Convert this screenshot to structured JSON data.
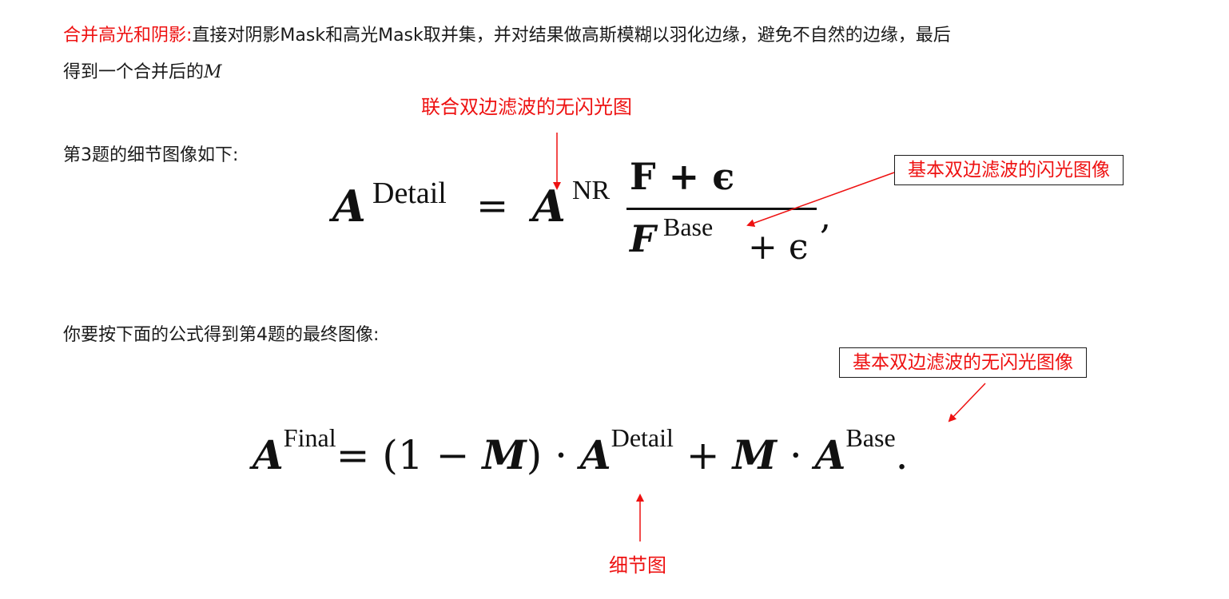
{
  "para1": {
    "heading": "合并高光和阴影:",
    "text_line1": "直接对阴影Mask和高光Mask取并集，并对结果做高斯模糊以羽化边缘，避免不自然的边缘，最后",
    "text_line2": "得到一个合并后的",
    "var": "M"
  },
  "para2": {
    "text": "第3题的细节图像如下:"
  },
  "para3": {
    "text": "你要按下面的公式得到第4题的最终图像:"
  },
  "eq1": {
    "A": "A",
    "detail": "Detail",
    "equals": "=",
    "nr": "NR",
    "numerator": "F + ϵ",
    "F": "F",
    "base": "Base",
    "plus_eps": "+ ϵ",
    "comma": ","
  },
  "eq2": {
    "A": "A",
    "final": "Final",
    "middle": "= (1 − ",
    "M": "M",
    "close": ") · ",
    "A2": "A",
    "detail": "Detail",
    "plus": " + ",
    "M2": "M",
    "dot": " · ",
    "A3": "A",
    "base": "Base",
    "period": "."
  },
  "annotations": {
    "no_flash_joint": "联合双边滤波的无闪光图",
    "flash_base": "基本双边滤波的闪光图像",
    "no_flash_base": "基本双边滤波的无闪光图像",
    "detail_map": "细节图"
  },
  "colors": {
    "accent": "#ee1111",
    "text": "#1a1a1a"
  }
}
